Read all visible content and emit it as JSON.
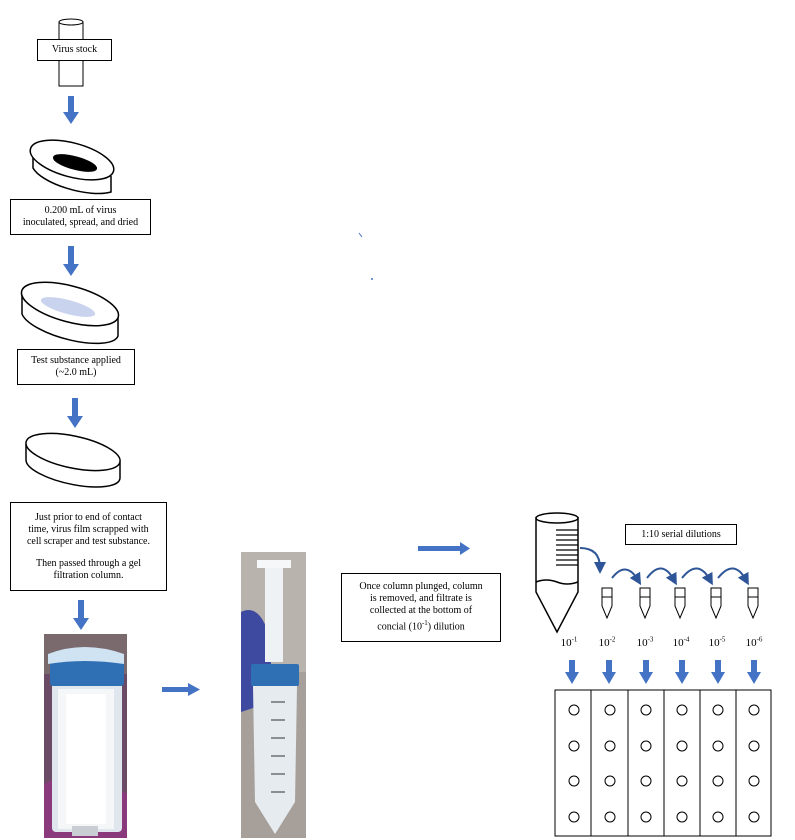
{
  "step1": {
    "label": "Virus stock"
  },
  "step2": {
    "lines": [
      "0.200 mL of virus",
      "inoculated, spread, and dried"
    ]
  },
  "step3": {
    "lines": [
      "Test substance applied",
      "(~2.0 mL)"
    ]
  },
  "step4": {
    "lines1": [
      "Just prior to end of contact",
      "time, virus film scrapped with",
      "cell scraper and test substance."
    ],
    "lines2": [
      "Then passed through a gel",
      "filtration column."
    ]
  },
  "step5": {
    "lines": [
      "Once column plunged, column",
      "is removed, and filtrate is",
      "collected at the bottom of"
    ],
    "last_prefix": "concial (10",
    "last_exp": "-1",
    "last_suffix": ") dilution"
  },
  "serial": {
    "label": "1:10 serial dilutions"
  },
  "dilutions": [
    {
      "base": "10",
      "exp": "-1"
    },
    {
      "base": "10",
      "exp": "-2"
    },
    {
      "base": "10",
      "exp": "-3"
    },
    {
      "base": "10",
      "exp": "-4"
    },
    {
      "base": "10",
      "exp": "-5"
    },
    {
      "base": "10",
      "exp": "-6"
    }
  ],
  "colors": {
    "arrow": "#4472c4",
    "outline": "#000000",
    "inoculum": "#000000",
    "film": "#c9d3ee"
  }
}
